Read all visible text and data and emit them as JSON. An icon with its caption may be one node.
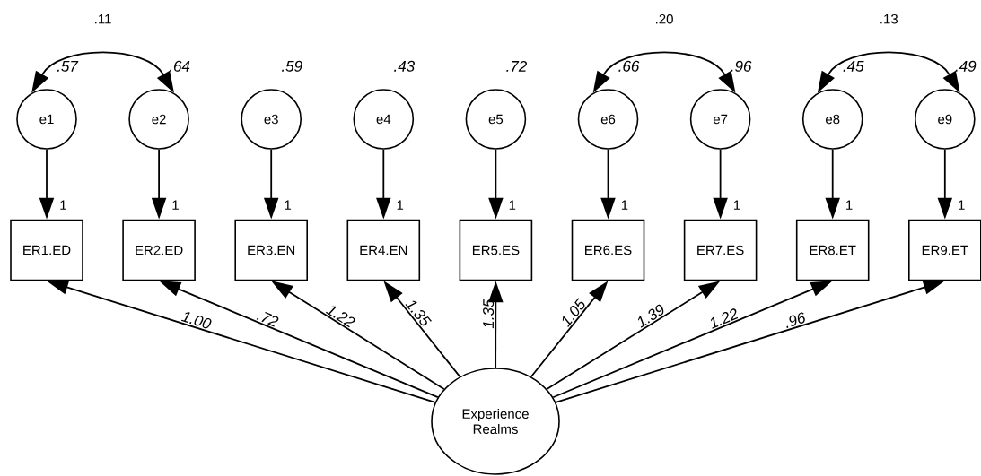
{
  "diagram": {
    "nodes": [
      {
        "text": [
          "e1"
        ],
        "beside": [
          ".57"
        ]
      },
      {
        "text": [
          "e2"
        ],
        "beside": [
          ".64"
        ]
      },
      {
        "text": [
          "e3"
        ],
        "beside": [
          ".59"
        ]
      },
      {
        "text": [
          "e4"
        ],
        "beside": [
          ".43"
        ]
      },
      {
        "text": [
          "e5"
        ],
        "beside": [
          ".72"
        ]
      },
      {
        "text": [
          "e6"
        ],
        "beside": [
          ".66"
        ]
      },
      {
        "text": [
          "e7"
        ],
        "beside": [
          ".96"
        ]
      },
      {
        "text": [
          "e8"
        ],
        "beside": [
          ".45"
        ]
      },
      {
        "text": [
          "e9"
        ],
        "beside": [
          ".49"
        ]
      },
      {
        "text": [
          "ER1.ED"
        ]
      },
      {
        "text": [
          "ER2.ED"
        ]
      },
      {
        "text": [
          "ER3.EN"
        ]
      },
      {
        "text": [
          "ER4.EN"
        ]
      },
      {
        "text": [
          "ER5.ES"
        ]
      },
      {
        "text": [
          "ER6.ES"
        ]
      },
      {
        "text": [
          "ER7.ES"
        ]
      },
      {
        "text": [
          "ER8.ET"
        ]
      },
      {
        "text": [
          "ER9.ET"
        ]
      },
      {
        "text": [
          "Experience Realms"
        ]
      }
    ],
    "edges": [
      {
        "from": 0,
        "to": 1,
        "arrow": "both",
        "label": ".11"
      },
      {
        "from": 5,
        "to": 6,
        "arrow": "both",
        "label": ".20"
      },
      {
        "from": 7,
        "to": 8,
        "arrow": "both",
        "label": ".13"
      },
      {
        "from": 0,
        "to": 9,
        "arrow": "to",
        "label": "1"
      },
      {
        "from": 1,
        "to": 10,
        "arrow": "to",
        "label": "1"
      },
      {
        "from": 2,
        "to": 11,
        "arrow": "to",
        "label": "1"
      },
      {
        "from": 3,
        "to": 12,
        "arrow": "to",
        "label": "1"
      },
      {
        "from": 4,
        "to": 13,
        "arrow": "to",
        "label": "1"
      },
      {
        "from": 5,
        "to": 14,
        "arrow": "to",
        "label": "1"
      },
      {
        "from": 6,
        "to": 15,
        "arrow": "to",
        "label": "1"
      },
      {
        "from": 7,
        "to": 16,
        "arrow": "to",
        "label": "1"
      },
      {
        "from": 8,
        "to": 17,
        "arrow": "to",
        "label": "1"
      },
      {
        "from": 18,
        "to": 9,
        "arrow": "to",
        "label": "1.00"
      },
      {
        "from": 18,
        "to": 10,
        "arrow": "to",
        "label": ".72"
      },
      {
        "from": 18,
        "to": 11,
        "arrow": "to",
        "label": "1.22"
      },
      {
        "from": 18,
        "to": 12,
        "arrow": "to",
        "label": "1.35"
      },
      {
        "from": 18,
        "to": 13,
        "arrow": "to",
        "label": "1.35"
      },
      {
        "from": 18,
        "to": 14,
        "arrow": "to",
        "label": "1.05"
      },
      {
        "from": 18,
        "to": 15,
        "arrow": "to",
        "label": "1.39"
      },
      {
        "from": 18,
        "to": 16,
        "arrow": "to",
        "label": "1.22"
      },
      {
        "from": 18,
        "to": 17,
        "arrow": "to",
        "label": ".96"
      }
    ]
  }
}
